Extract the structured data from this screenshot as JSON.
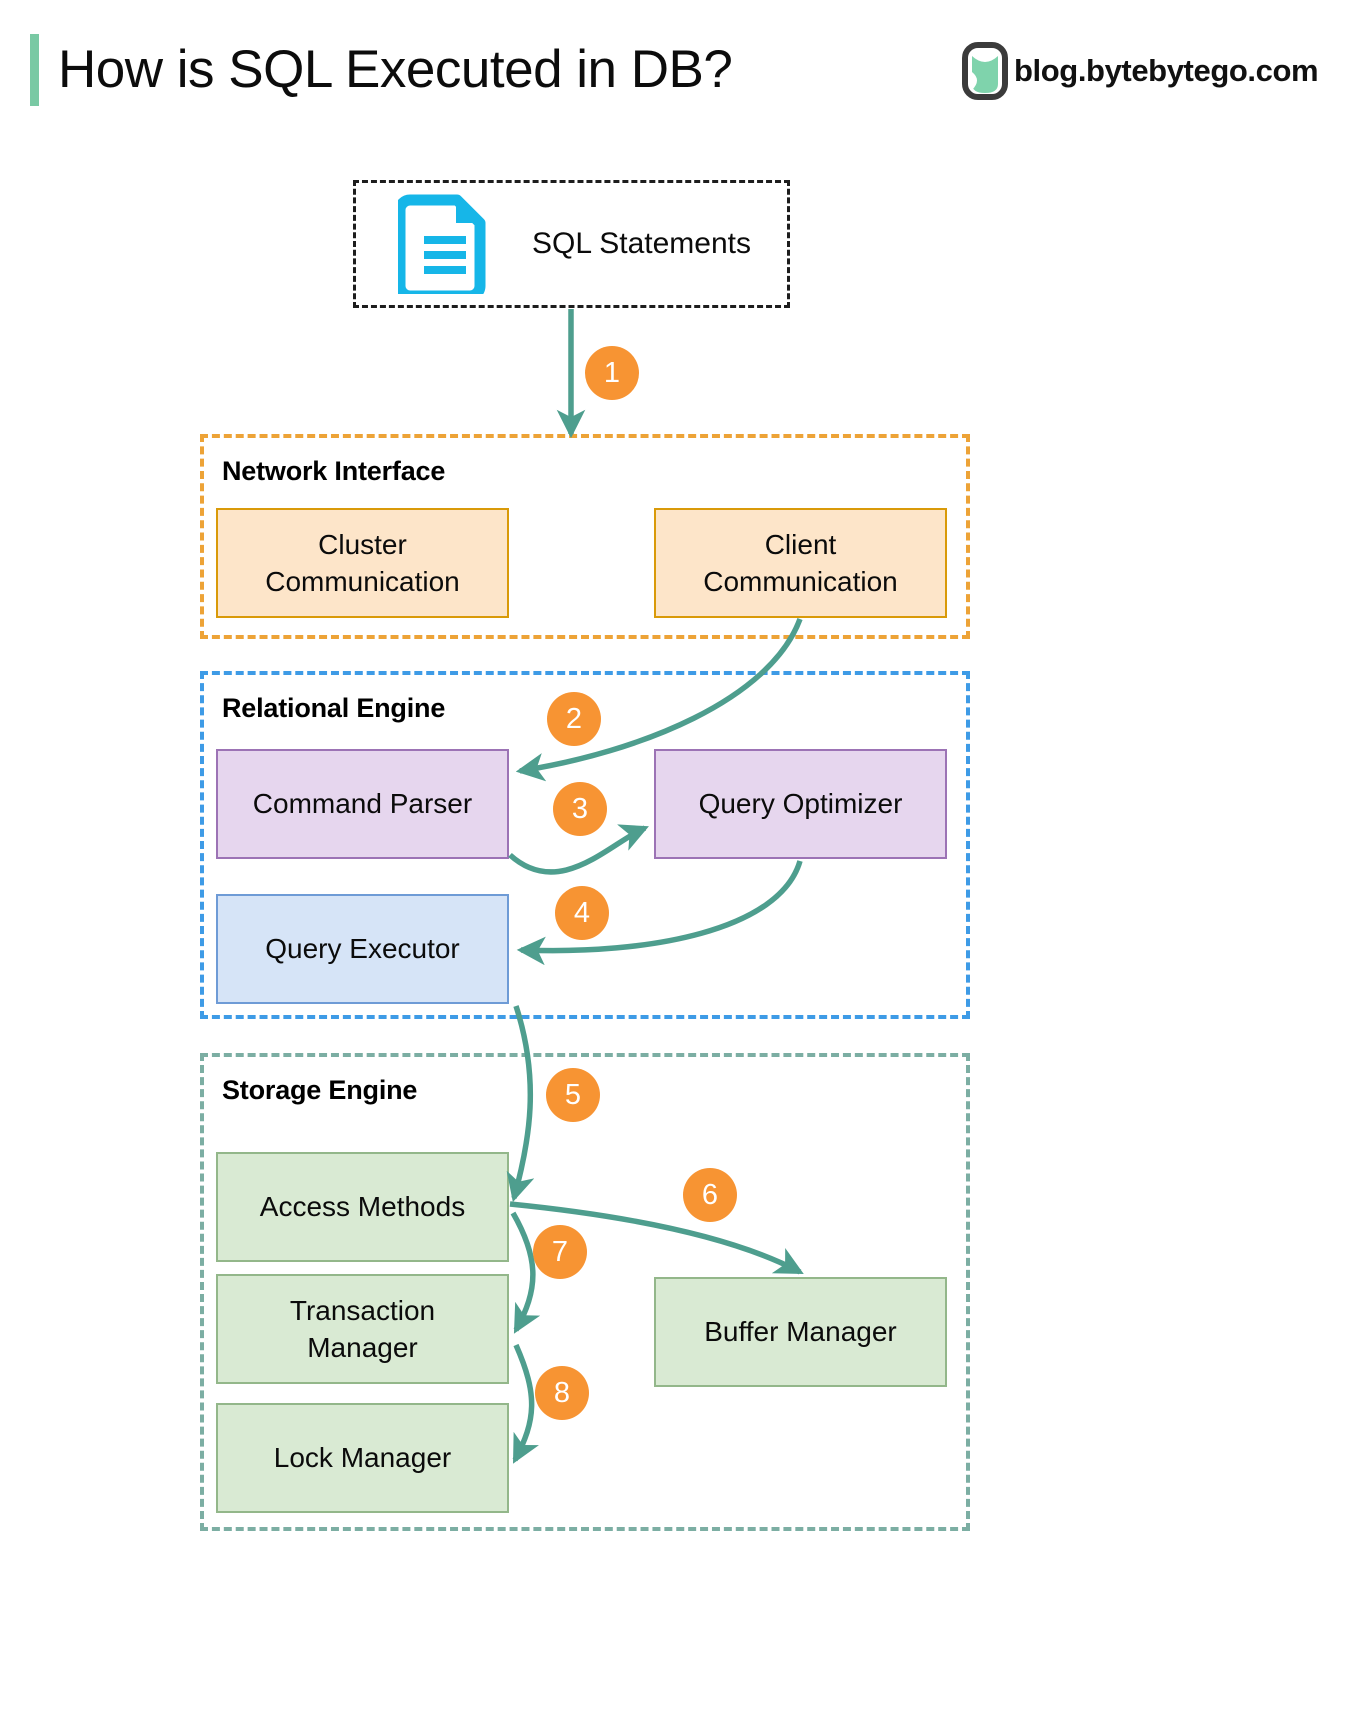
{
  "header": {
    "title": "How is SQL Executed in DB?",
    "brand": "blog.bytebytego.com",
    "logo_icon": "bytebytego-leaf-logo",
    "accent_color": "#79C9A4"
  },
  "colors": {
    "arrow": "#4E9E8E",
    "badge": "#F79433",
    "network_border": "#EDA337",
    "relational_border": "#3E9BE6",
    "storage_border": "#7CAEA3",
    "orange_node": "#FDE5C9",
    "purple_node": "#E6D6EE",
    "blue_node": "#D6E4F7",
    "green_node": "#D9EAD3",
    "sql_icon": "#16B6E8"
  },
  "source": {
    "label": "SQL Statements",
    "icon": "document-icon"
  },
  "zones": [
    {
      "id": "network-interface",
      "label": "Network Interface",
      "nodes": [
        {
          "id": "cluster-communication",
          "label": "Cluster\nCommunication"
        },
        {
          "id": "client-communication",
          "label": "Client\nCommunication"
        }
      ]
    },
    {
      "id": "relational-engine",
      "label": "Relational Engine",
      "nodes": [
        {
          "id": "command-parser",
          "label": "Command Parser"
        },
        {
          "id": "query-optimizer",
          "label": "Query Optimizer"
        },
        {
          "id": "query-executor",
          "label": "Query Executor"
        }
      ]
    },
    {
      "id": "storage-engine",
      "label": "Storage Engine",
      "nodes": [
        {
          "id": "access-methods",
          "label": "Access Methods"
        },
        {
          "id": "transaction-manager",
          "label": "Transaction\nManager"
        },
        {
          "id": "lock-manager",
          "label": "Lock Manager"
        },
        {
          "id": "buffer-manager",
          "label": "Buffer Manager"
        }
      ]
    }
  ],
  "steps": [
    {
      "n": "1",
      "from": "SQL Statements",
      "to": "Network Interface"
    },
    {
      "n": "2",
      "from": "Client Communication",
      "to": "Command Parser"
    },
    {
      "n": "3",
      "from": "Command Parser",
      "to": "Query Optimizer"
    },
    {
      "n": "4",
      "from": "Query Optimizer",
      "to": "Query Executor"
    },
    {
      "n": "5",
      "from": "Query Executor",
      "to": "Access Methods"
    },
    {
      "n": "6",
      "from": "Access Methods",
      "to": "Buffer Manager"
    },
    {
      "n": "7",
      "from": "Access Methods",
      "to": "Transaction Manager"
    },
    {
      "n": "8",
      "from": "Transaction Manager",
      "to": "Lock Manager"
    }
  ]
}
